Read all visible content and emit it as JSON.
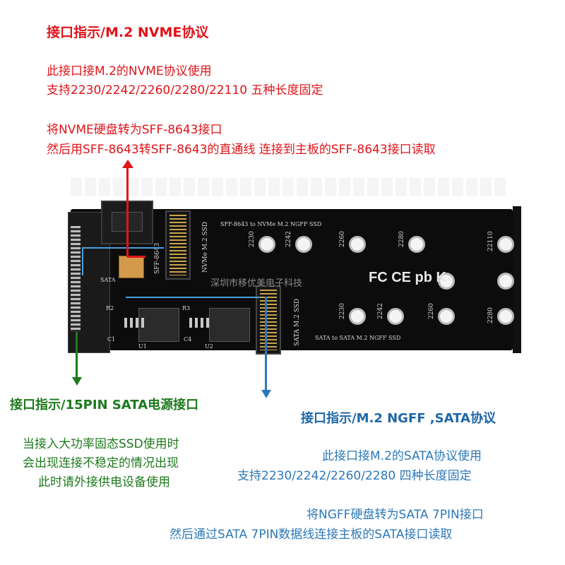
{
  "nvme": {
    "title": "接口指示/M.2 NVME协议",
    "line1": "此接口接M.2的NVME协议使用",
    "line2": "支持2230/2242/2260/2280/22110 五种长度固定",
    "line3": "将NVME硬盘转为SFF-8643接口",
    "line4": "然后用SFF-8643转SFF-8643的直通线 连接到主板的SFF-8643接口读取"
  },
  "power": {
    "title": "接口指示/15PIN SATA电源接口",
    "line1": "当接入大功率固态SSD使用时",
    "line2": "会出现连接不稳定的情况出现",
    "line3": "此时请外接供电设备使用"
  },
  "ngff": {
    "title": "接口指示/M.2 NGFF ,SATA协议",
    "line1": "此接口接M.2的SATA协议使用",
    "line2": "支持2230/2242/2260/2280 四种长度固定",
    "line3": "将NGFF硬盘转为SATA 7PIN接口",
    "line4": "然后通过SATA 7PIN数据线连接主板的SATA接口读取"
  },
  "board": {
    "silk_top": "SFF-8643 to NVMe M.2 NGFF SSD",
    "silk_bottom": "SATA to SATA M.2 NGFF SSD",
    "nvme_m2_label": "NVMe M.2 SSD",
    "sata_m2_label": "SATA M.2 SSD",
    "sff_label": "SFF-8643",
    "sata_label": "SATA",
    "watermark": "深圳市移优美电子科技",
    "logos": "FC CE pb K",
    "top_lengths": [
      "2230",
      "2242",
      "2260",
      "2280",
      "22110"
    ],
    "bottom_lengths": [
      "2230",
      "2242",
      "2260",
      "2280"
    ],
    "components": [
      "R2",
      "C1",
      "U1",
      "U2",
      "R3",
      "C4"
    ]
  },
  "colors": {
    "red": "#e0141a",
    "green": "#1d7a1d",
    "blue": "#2c78b8",
    "board": "#0c0c0d"
  }
}
